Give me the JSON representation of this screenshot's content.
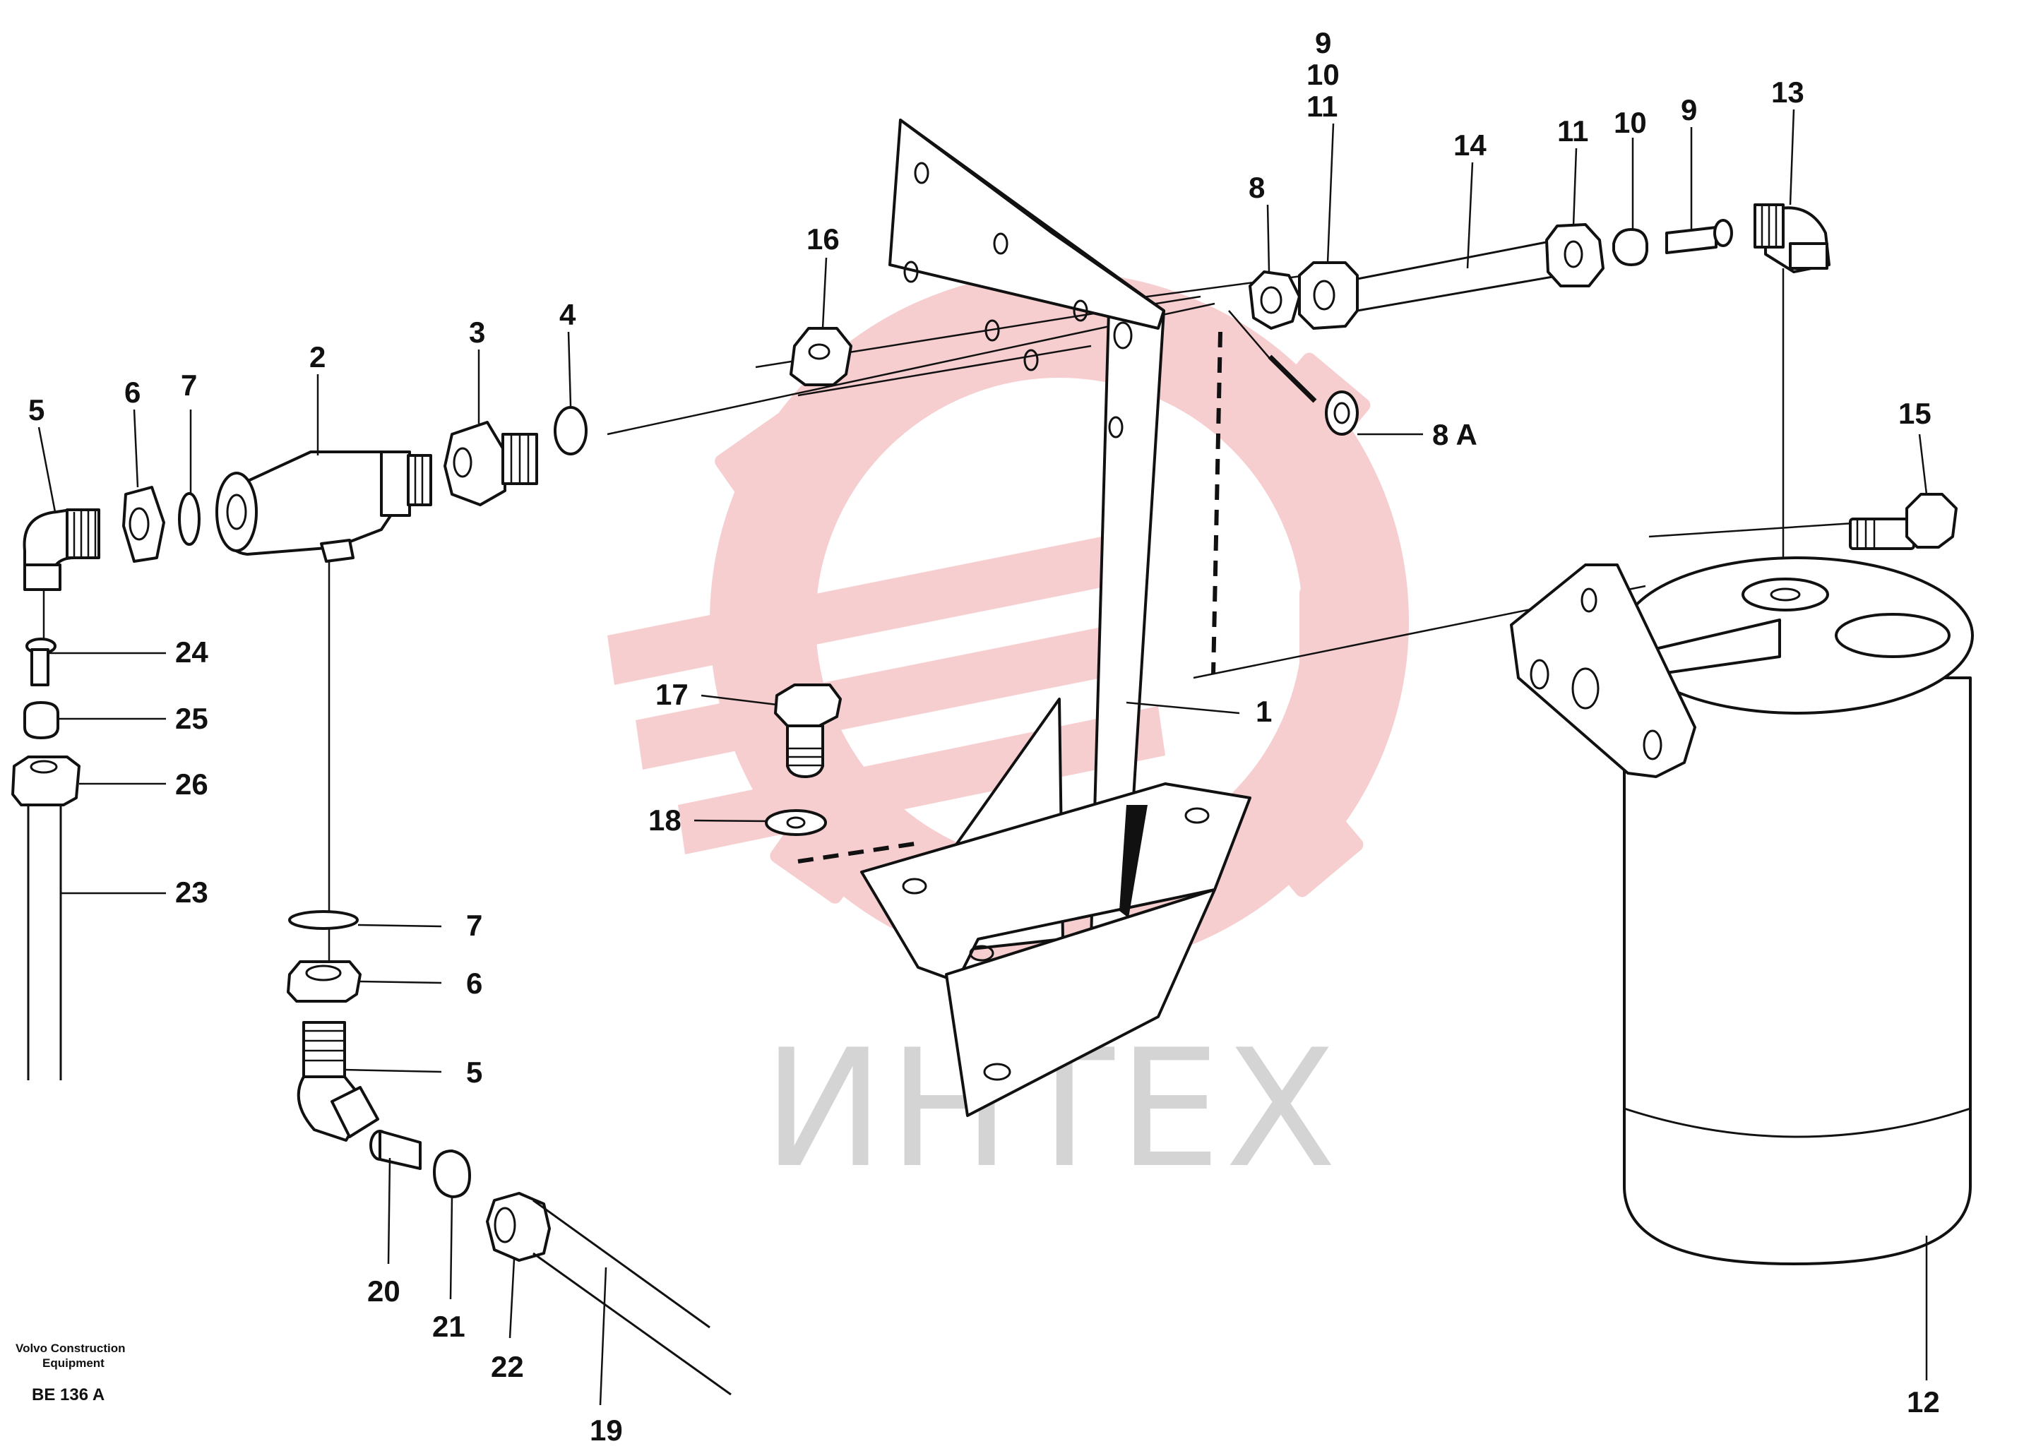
{
  "diagram": {
    "callouts": {
      "c1": "1",
      "c2": "2",
      "c3": "3",
      "c4": "4",
      "c5a": "5",
      "c5b": "5",
      "c6a": "6",
      "c6b": "6",
      "c7a": "7",
      "c7b": "7",
      "c8": "8",
      "c8a": "8 A",
      "c9a": "9",
      "c9b": "9",
      "c10a": "10",
      "c10b": "10",
      "c11a": "11",
      "c11b": "11",
      "c12": "12",
      "c13": "13",
      "c14": "14",
      "c15": "15",
      "c16": "16",
      "c17": "17",
      "c18": "18",
      "c19": "19",
      "c20": "20",
      "c21": "21",
      "c22": "22",
      "c23": "23",
      "c24": "24",
      "c25": "25",
      "c26": "26"
    },
    "footer": {
      "publisher_line1": "Volvo Construction",
      "publisher_line2": "Equipment",
      "code": "BE 136 A"
    },
    "watermark": {
      "text": "ИНТЕХ",
      "logo_color": "#f6c6c8",
      "text_color": "#d4d4d4"
    }
  }
}
